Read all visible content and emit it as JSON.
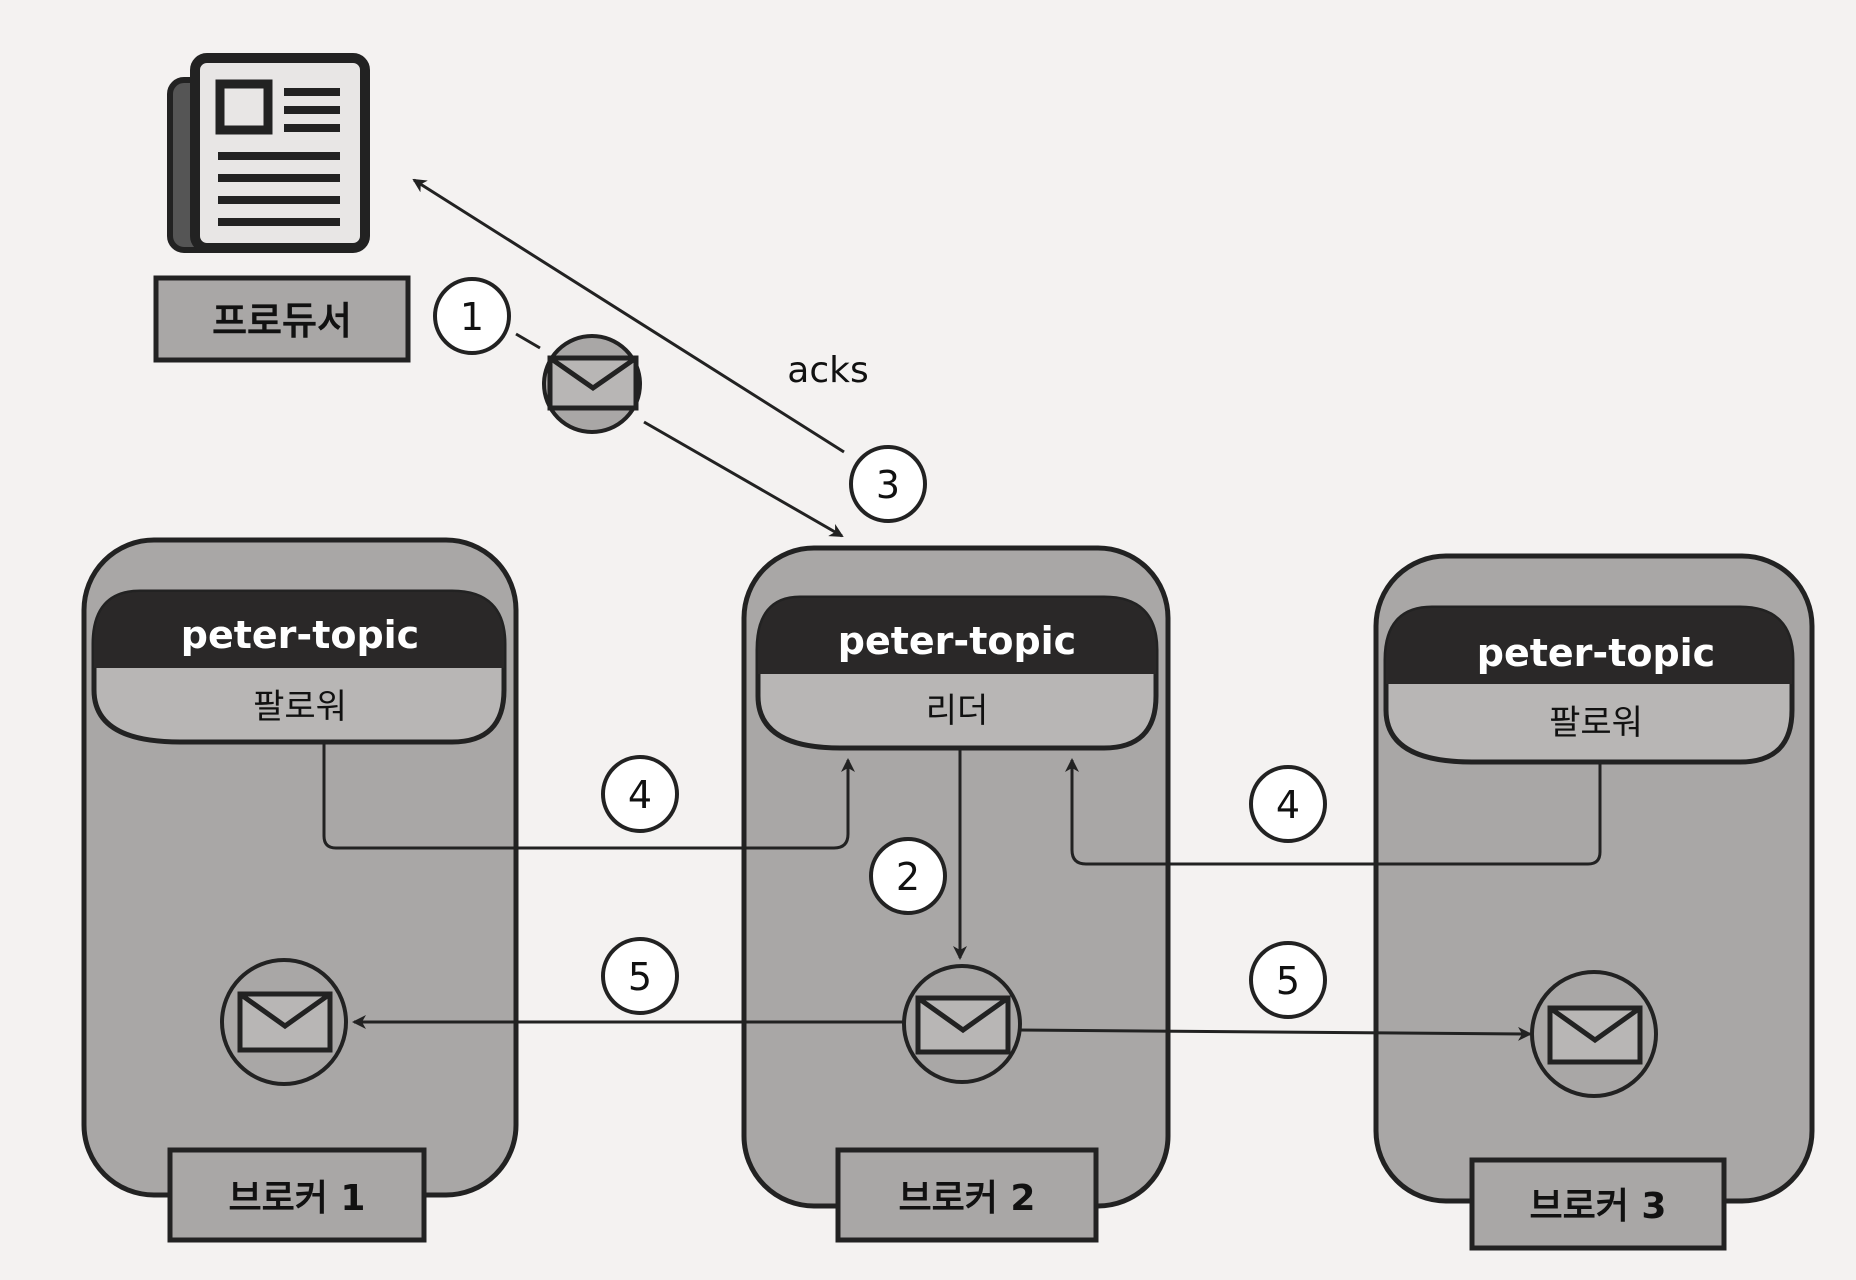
{
  "producer": {
    "label": "프로듀서",
    "icon": "newspaper-icon"
  },
  "acks_label": "acks",
  "steps": {
    "s1": "1",
    "s2": "2",
    "s3": "3",
    "s4a": "4",
    "s4b": "4",
    "s5a": "5",
    "s5b": "5"
  },
  "brokers": [
    {
      "name": "브로커 1",
      "topic": "peter-topic",
      "role": "팔로워"
    },
    {
      "name": "브로커 2",
      "topic": "peter-topic",
      "role": "리더"
    },
    {
      "name": "브로커 3",
      "topic": "peter-topic",
      "role": "팔로워"
    }
  ],
  "colors": {
    "background": "#f4f2f1",
    "broker_fill": "#a9a7a6",
    "header_fill": "#2a2828",
    "role_fill": "#b8b6b5",
    "line": "#222222"
  }
}
